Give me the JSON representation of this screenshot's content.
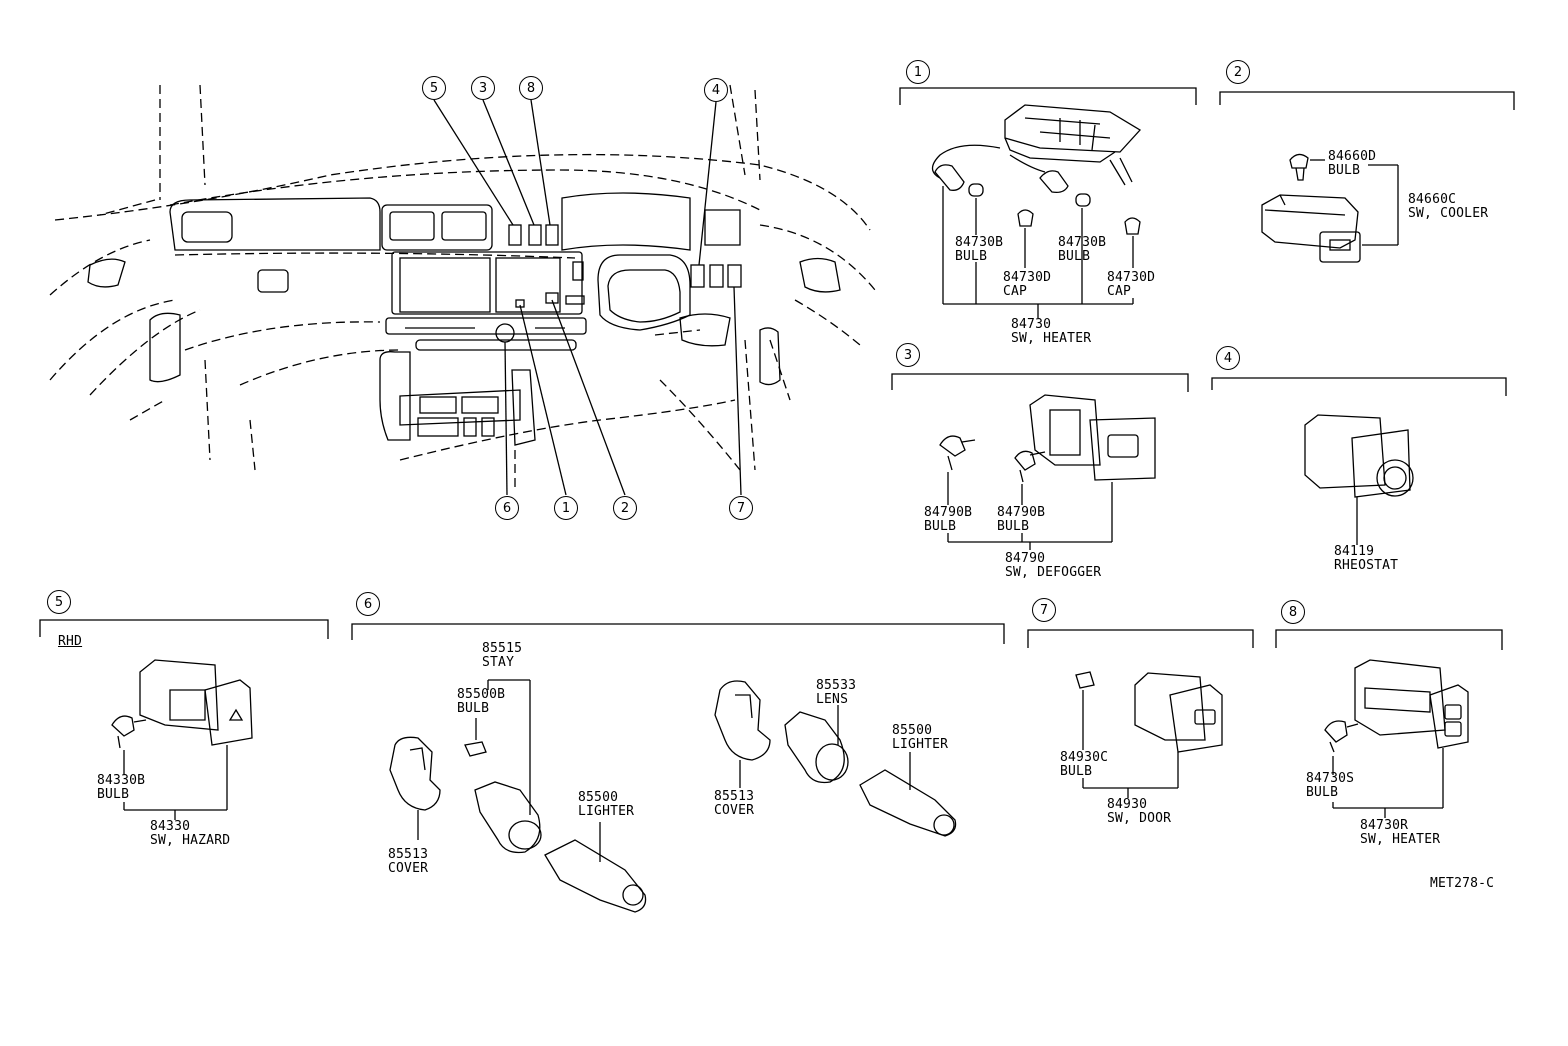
{
  "overview": {
    "callouts": [
      "5",
      "3",
      "8",
      "4",
      "6",
      "1",
      "2",
      "7"
    ]
  },
  "sections": {
    "s1": {
      "number": "1",
      "parts": [
        {
          "no": "84730B",
          "name": "BULB"
        },
        {
          "no": "84730B",
          "name": "BULB"
        },
        {
          "no": "84730D",
          "name": "CAP"
        },
        {
          "no": "84730D",
          "name": "CAP"
        }
      ],
      "assembly": {
        "no": "84730",
        "name": "SW, HEATER"
      }
    },
    "s2": {
      "number": "2",
      "parts": [
        {
          "no": "84660D",
          "name": "BULB"
        },
        {
          "no": "84660C",
          "name": "SW, COOLER"
        }
      ]
    },
    "s3": {
      "number": "3",
      "parts": [
        {
          "no": "84790B",
          "name": "BULB"
        },
        {
          "no": "84790B",
          "name": "BULB"
        }
      ],
      "assembly": {
        "no": "84790",
        "name": "SW, DEFOGGER"
      }
    },
    "s4": {
      "number": "4",
      "parts": [
        {
          "no": "84119",
          "name": "RHEOSTAT"
        }
      ]
    },
    "s5": {
      "number": "5",
      "note": "RHD",
      "parts": [
        {
          "no": "84330B",
          "name": "BULB"
        }
      ],
      "assembly": {
        "no": "84330",
        "name": "SW, HAZARD"
      }
    },
    "s6": {
      "number": "6",
      "parts": [
        {
          "no": "85515",
          "name": "STAY"
        },
        {
          "no": "85500B",
          "name": "BULB"
        },
        {
          "no": "85513",
          "name": "COVER"
        },
        {
          "no": "85500",
          "name": "LIGHTER"
        },
        {
          "no": "85513",
          "name": "COVER"
        },
        {
          "no": "85533",
          "name": "LENS"
        },
        {
          "no": "85500",
          "name": "LIGHTER"
        }
      ]
    },
    "s7": {
      "number": "7",
      "parts": [
        {
          "no": "84930C",
          "name": "BULB"
        }
      ],
      "assembly": {
        "no": "84930",
        "name": "SW, DOOR"
      }
    },
    "s8": {
      "number": "8",
      "parts": [
        {
          "no": "84730S",
          "name": "BULB"
        }
      ],
      "assembly": {
        "no": "84730R",
        "name": "SW, HEATER"
      }
    }
  },
  "drawing_code": "MET278-C"
}
